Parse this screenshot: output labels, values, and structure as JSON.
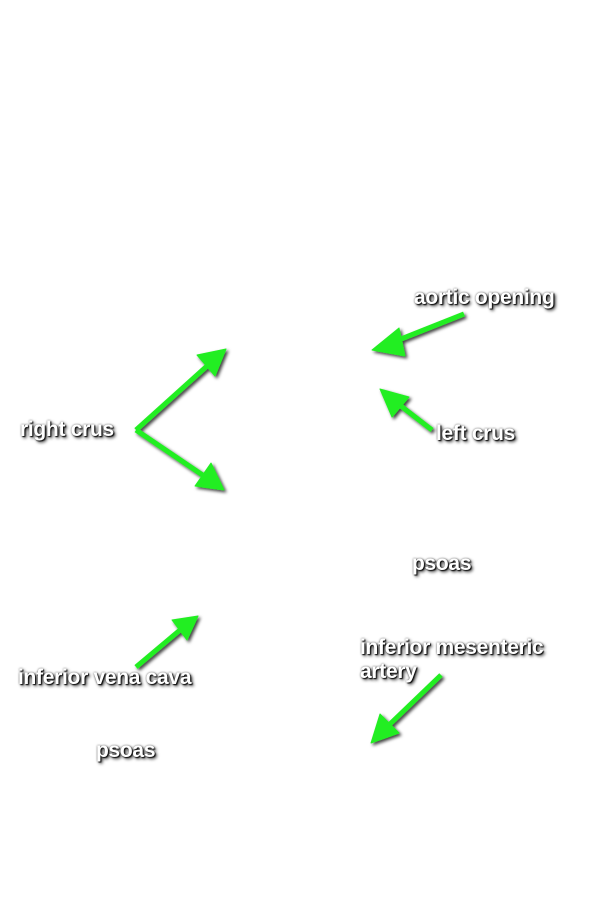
{
  "labels": {
    "aortic_opening": "aortic opening",
    "right_crus": "right crus",
    "left_crus": "left crus",
    "psoas_right": "psoas",
    "inferior_vena_cava": "inferior vena cava",
    "inferior_mesenteric_artery_line1": "inferior mesenteric",
    "inferior_mesenteric_artery_line2": "artery",
    "psoas_left": "psoas"
  },
  "colors": {
    "arrow": "#22ee22",
    "label_text": "#ffffff",
    "label_shadow": "#000000",
    "background": "#ffffff"
  }
}
